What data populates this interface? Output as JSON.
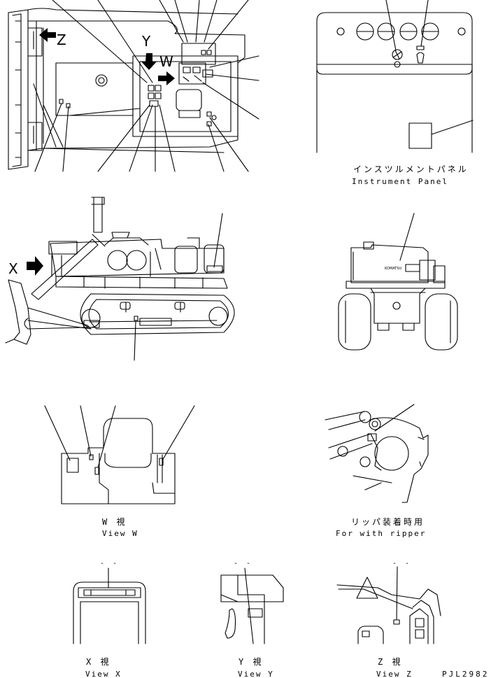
{
  "views": {
    "top": {
      "label_y": "Y",
      "label_w": "W",
      "label_z": "Z"
    },
    "side": {
      "label_x": "X"
    },
    "instrument_panel": {
      "caption_jp": "インスツルメントパネル",
      "caption_en": "Instrument Panel"
    },
    "rear": {
      "brand": "KOMATSU"
    },
    "view_w": {
      "caption_jp": "W 視",
      "caption_en": "View W"
    },
    "ripper": {
      "caption_jp": "リッパ装着時用",
      "caption_en": "For with ripper"
    },
    "view_x": {
      "caption_jp": "X 視",
      "caption_en": "View X",
      "mark": "- -"
    },
    "view_y": {
      "caption_jp": "Y 視",
      "caption_en": "View Y",
      "mark": "- -"
    },
    "view_z": {
      "caption_jp": "Z 視",
      "caption_en": "View Z",
      "mark": "- -"
    }
  },
  "drawing_code": "PJL2982"
}
